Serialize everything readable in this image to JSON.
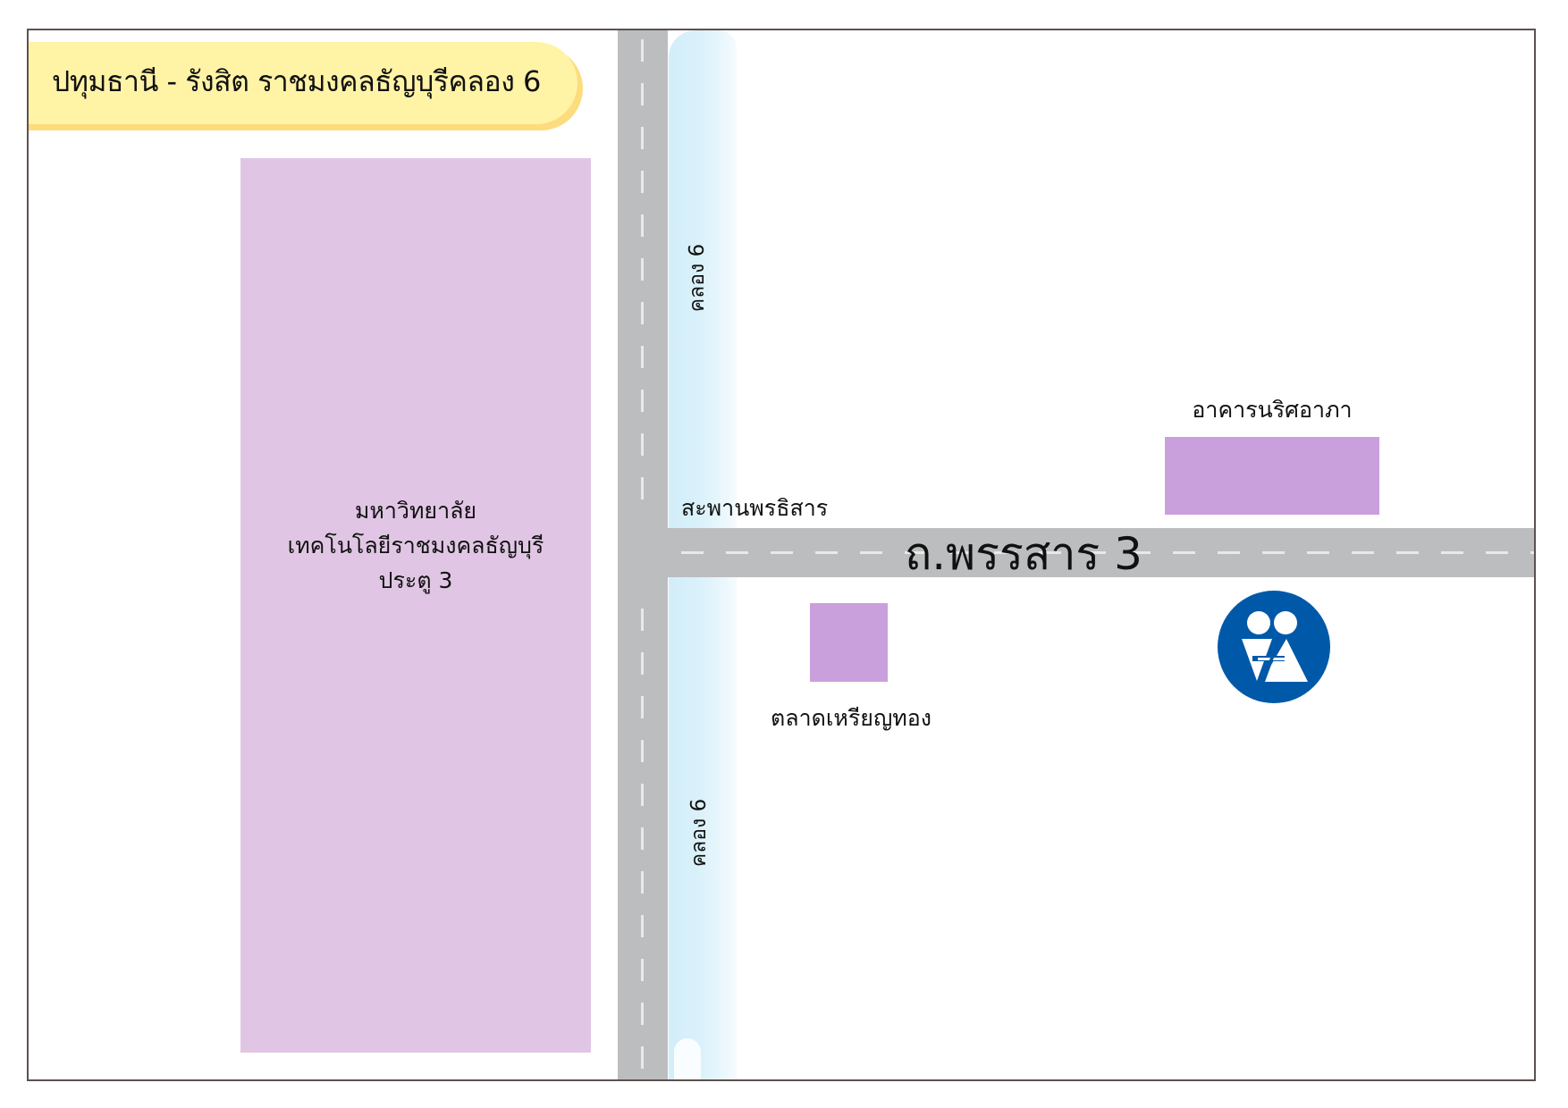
{
  "map": {
    "title": "ปทุมธานี - รังสิต ราชมงคลธัญบุรีคลอง 6",
    "landmarks": {
      "university": {
        "lines": [
          "มหาวิทยาลัย",
          "เทคโนโลยีราชมงคลธัญบุรี",
          "ประตู 3"
        ]
      },
      "building": {
        "label": "อาคารนริศอาภา"
      },
      "market": {
        "label": "ตลาดเหรียญทอง"
      },
      "bridge": {
        "label": "สะพานพรธิสาร"
      }
    },
    "roads": {
      "main": {
        "label": "ถ.พรรสาร 3"
      }
    },
    "canal": {
      "label_top": "คลอง 6",
      "label_bottom": "คลอง 6"
    },
    "logo": {
      "icon": "family-couple-icon"
    }
  },
  "colors": {
    "banner": "#fff3a6",
    "banner_shadow": "#fcdc7d",
    "road": "#bcbdbf",
    "canal": "#d2edf9",
    "university": "#e0c6e4",
    "building": "#c9a0dc",
    "logo": "#0059a8",
    "frame_border": "#5b5250"
  }
}
